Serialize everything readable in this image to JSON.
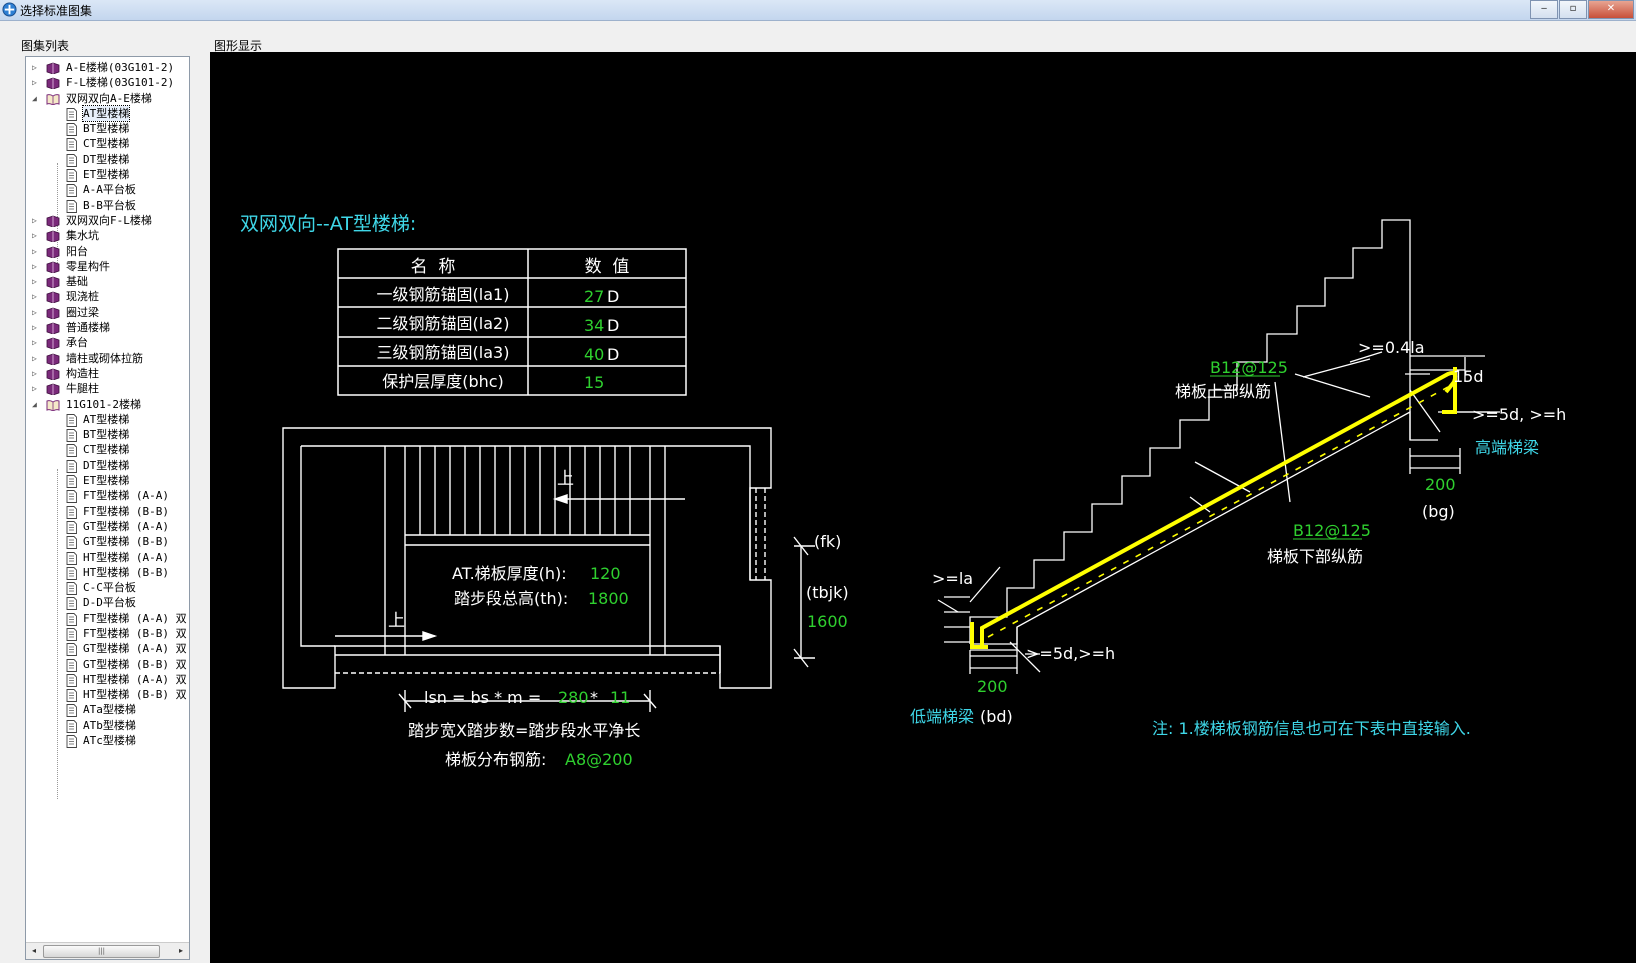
{
  "window": {
    "title": "选择标准图集",
    "minimize": "‒",
    "maximize": "▫",
    "close": "✕"
  },
  "tree_panel": {
    "label": "图集列表",
    "items": [
      {
        "label": "A-E楼梯(03G101-2)",
        "level": 0,
        "expander": "▷",
        "icon": "book-icon"
      },
      {
        "label": "F-L楼梯(03G101-2)",
        "level": 0,
        "expander": "▷",
        "icon": "book-icon"
      },
      {
        "label": "双网双向A-E楼梯",
        "level": 0,
        "expander": "◢",
        "icon": "open-book-icon"
      },
      {
        "label": "AT型楼梯",
        "level": 1,
        "icon": "page-icon",
        "selected": true
      },
      {
        "label": "BT型楼梯",
        "level": 1,
        "icon": "page-icon"
      },
      {
        "label": "CT型楼梯",
        "level": 1,
        "icon": "page-icon"
      },
      {
        "label": "DT型楼梯",
        "level": 1,
        "icon": "page-icon"
      },
      {
        "label": "ET型楼梯",
        "level": 1,
        "icon": "page-icon"
      },
      {
        "label": "A-A平台板",
        "level": 1,
        "icon": "page-icon"
      },
      {
        "label": "B-B平台板",
        "level": 1,
        "icon": "page-icon"
      },
      {
        "label": "双网双向F-L楼梯",
        "level": 0,
        "expander": "▷",
        "icon": "book-icon"
      },
      {
        "label": "集水坑",
        "level": 0,
        "expander": "▷",
        "icon": "book-icon"
      },
      {
        "label": "阳台",
        "level": 0,
        "expander": "▷",
        "icon": "book-icon"
      },
      {
        "label": "零星构件",
        "level": 0,
        "expander": "▷",
        "icon": "book-icon"
      },
      {
        "label": "基础",
        "level": 0,
        "expander": "▷",
        "icon": "book-icon"
      },
      {
        "label": "现浇桩",
        "level": 0,
        "expander": "▷",
        "icon": "book-icon"
      },
      {
        "label": "圈过梁",
        "level": 0,
        "expander": "▷",
        "icon": "book-icon"
      },
      {
        "label": "普通楼梯",
        "level": 0,
        "expander": "▷",
        "icon": "book-icon"
      },
      {
        "label": "承台",
        "level": 0,
        "expander": "▷",
        "icon": "book-icon"
      },
      {
        "label": "墙柱或砌体拉筋",
        "level": 0,
        "expander": "▷",
        "icon": "book-icon"
      },
      {
        "label": "构造柱",
        "level": 0,
        "expander": "▷",
        "icon": "book-icon"
      },
      {
        "label": "牛腿柱",
        "level": 0,
        "expander": "▷",
        "icon": "book-icon"
      },
      {
        "label": "11G101-2楼梯",
        "level": 0,
        "expander": "◢",
        "icon": "open-book-icon"
      },
      {
        "label": "AT型楼梯",
        "level": 1,
        "icon": "page-icon"
      },
      {
        "label": "BT型楼梯",
        "level": 1,
        "icon": "page-icon"
      },
      {
        "label": "CT型楼梯",
        "level": 1,
        "icon": "page-icon"
      },
      {
        "label": "DT型楼梯",
        "level": 1,
        "icon": "page-icon"
      },
      {
        "label": "ET型楼梯",
        "level": 1,
        "icon": "page-icon"
      },
      {
        "label": "FT型楼梯 (A-A)",
        "level": 1,
        "icon": "page-icon"
      },
      {
        "label": "FT型楼梯 (B-B)",
        "level": 1,
        "icon": "page-icon"
      },
      {
        "label": "GT型楼梯 (A-A)",
        "level": 1,
        "icon": "page-icon"
      },
      {
        "label": "GT型楼梯 (B-B)",
        "level": 1,
        "icon": "page-icon"
      },
      {
        "label": "HT型楼梯 (A-A)",
        "level": 1,
        "icon": "page-icon"
      },
      {
        "label": "HT型楼梯 (B-B)",
        "level": 1,
        "icon": "page-icon"
      },
      {
        "label": "C-C平台板",
        "level": 1,
        "icon": "page-icon"
      },
      {
        "label": "D-D平台板",
        "level": 1,
        "icon": "page-icon"
      },
      {
        "label": "FT型楼梯 (A-A) 双",
        "level": 1,
        "icon": "page-icon"
      },
      {
        "label": "FT型楼梯 (B-B) 双",
        "level": 1,
        "icon": "page-icon"
      },
      {
        "label": "GT型楼梯 (A-A) 双",
        "level": 1,
        "icon": "page-icon"
      },
      {
        "label": "GT型楼梯 (B-B) 双",
        "level": 1,
        "icon": "page-icon"
      },
      {
        "label": "HT型楼梯 (A-A) 双",
        "level": 1,
        "icon": "page-icon"
      },
      {
        "label": "HT型楼梯 (B-B) 双",
        "level": 1,
        "icon": "page-icon"
      },
      {
        "label": "ATa型楼梯",
        "level": 1,
        "icon": "page-icon"
      },
      {
        "label": "ATb型楼梯",
        "level": 1,
        "icon": "page-icon"
      },
      {
        "label": "ATc型楼梯",
        "level": 1,
        "icon": "page-icon"
      }
    ],
    "scroll": {
      "left": "◂",
      "right": "▸",
      "grip": "|||"
    }
  },
  "graphic_panel": {
    "label": "图形显示",
    "heading": "双网双向--AT型楼梯:",
    "table": {
      "headers": [
        "名  称",
        "数  值"
      ],
      "rows": [
        {
          "name": "一级钢筋锚固(la1)",
          "value": "27",
          "unit": "D"
        },
        {
          "name": "二级钢筋锚固(la2)",
          "value": "34",
          "unit": "D"
        },
        {
          "name": "三级钢筋锚固(la3)",
          "value": "40",
          "unit": "D"
        },
        {
          "name": "保护层厚度(bhc)",
          "value": "15",
          "unit": ""
        }
      ]
    },
    "plan": {
      "up1": "上",
      "up2": "上",
      "thickness_label": "AT.梯板厚度(h):",
      "thickness_value": "120",
      "height_label": "踏步段总高(th):",
      "height_value": "1800",
      "fk": "(fk)",
      "tbjk": "(tbjk)",
      "width_value": "1600",
      "lsn_label": "lsn = bs * m =",
      "bs_value": "280",
      "times": "*",
      "m_value": "11",
      "formula": "踏步宽X踏步数=踏步段水平净长",
      "dist_label": "梯板分布钢筋:",
      "dist_value": "A8@200"
    },
    "section": {
      "top_bar": "B12@125",
      "top_bar_label": "梯板上部纵筋",
      "bottom_bar": "B12@125",
      "bottom_bar_label": "梯板下部纵筋",
      "anchor_top": ">=0.4la",
      "hook": "15d",
      "high_anchor": ">=5d, >=h",
      "high_beam": "高端梯梁",
      "high_width": "200",
      "bg": "(bg)",
      "low_anchor": ">=la",
      "low_anchor2": ">=5d,>=h",
      "low_width": "200",
      "low_beam": "低端梯梁",
      "bd": "(bd)"
    },
    "note": "注: 1.楼梯板钢筋信息也可在下表中直接输入."
  },
  "colors": {
    "cyan": "#3fd7e8",
    "green": "#2fd02f",
    "yellow": "#ffff00",
    "white": "#ffffff",
    "book": "#7a2a7a"
  }
}
